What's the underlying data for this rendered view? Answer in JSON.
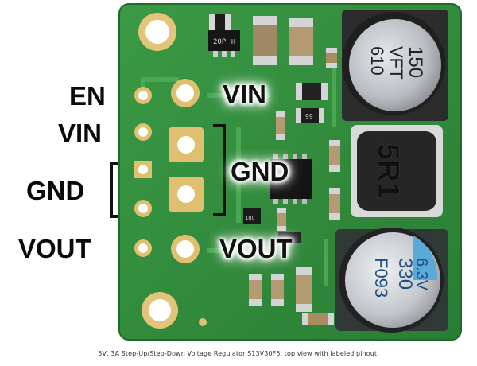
{
  "caption": "5V, 3A Step-Up/Step-Down Voltage Regulator S13V30F5, top view with labeled pinout.",
  "pins_left": {
    "en": "EN",
    "vin": "VIN",
    "gnd": "GND",
    "vout": "VOUT"
  },
  "pins_right": {
    "vin": "VIN",
    "gnd": "GND",
    "vout": "VOUT"
  },
  "components": {
    "cap_top_line1": "150",
    "cap_top_line2": "VFT",
    "cap_top_line3": "610",
    "inductor": "5R1",
    "cap_bottom_line1": "330",
    "cap_bottom_line2": "6.3V",
    "cap_bottom_line3": "F093",
    "chip_small": "20P",
    "chip_tiny": "H",
    "chip_ic": "18C",
    "chip_sot": "99"
  },
  "colors": {
    "board": "#2f8a3a",
    "board_edge": "#1f6b2a",
    "cap_body": "#c9ccd0",
    "cap_top_band": "#1f1f1f",
    "cap_bottom_band": "#5aa9d8"
  }
}
